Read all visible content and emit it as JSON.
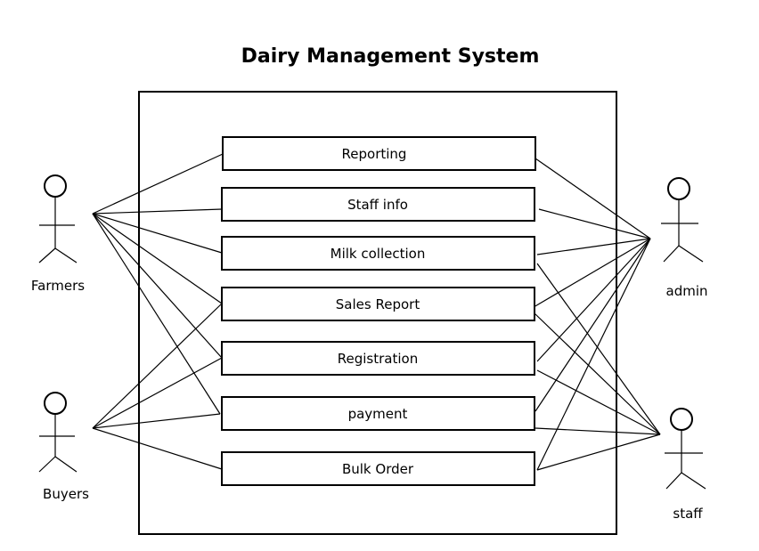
{
  "diagram": {
    "title": "Dairy Management System",
    "use_cases": [
      {
        "id": "reporting",
        "label": "Reporting"
      },
      {
        "id": "staff-info",
        "label": "Staff info"
      },
      {
        "id": "milk-collection",
        "label": "Milk collection"
      },
      {
        "id": "sales-report",
        "label": "Sales Report"
      },
      {
        "id": "registration",
        "label": "Registration"
      },
      {
        "id": "payment",
        "label": "payment"
      },
      {
        "id": "bulk-order",
        "label": "Bulk Order"
      }
    ],
    "actors": [
      {
        "id": "farmers",
        "label": "Farmers"
      },
      {
        "id": "buyers",
        "label": "Buyers"
      },
      {
        "id": "admin",
        "label": "admin"
      },
      {
        "id": "staff",
        "label": "staff"
      }
    ],
    "associations": [
      {
        "actor": "farmers",
        "use_case": "reporting"
      },
      {
        "actor": "farmers",
        "use_case": "staff-info"
      },
      {
        "actor": "farmers",
        "use_case": "milk-collection"
      },
      {
        "actor": "farmers",
        "use_case": "sales-report"
      },
      {
        "actor": "farmers",
        "use_case": "registration"
      },
      {
        "actor": "farmers",
        "use_case": "payment"
      },
      {
        "actor": "buyers",
        "use_case": "sales-report"
      },
      {
        "actor": "buyers",
        "use_case": "registration"
      },
      {
        "actor": "buyers",
        "use_case": "payment"
      },
      {
        "actor": "buyers",
        "use_case": "bulk-order"
      },
      {
        "actor": "admin",
        "use_case": "reporting"
      },
      {
        "actor": "admin",
        "use_case": "staff-info"
      },
      {
        "actor": "admin",
        "use_case": "milk-collection"
      },
      {
        "actor": "admin",
        "use_case": "sales-report"
      },
      {
        "actor": "admin",
        "use_case": "registration"
      },
      {
        "actor": "admin",
        "use_case": "payment"
      },
      {
        "actor": "admin",
        "use_case": "bulk-order"
      },
      {
        "actor": "staff",
        "use_case": "milk-collection"
      },
      {
        "actor": "staff",
        "use_case": "sales-report"
      },
      {
        "actor": "staff",
        "use_case": "registration"
      },
      {
        "actor": "staff",
        "use_case": "payment"
      },
      {
        "actor": "staff",
        "use_case": "bulk-order"
      }
    ]
  }
}
